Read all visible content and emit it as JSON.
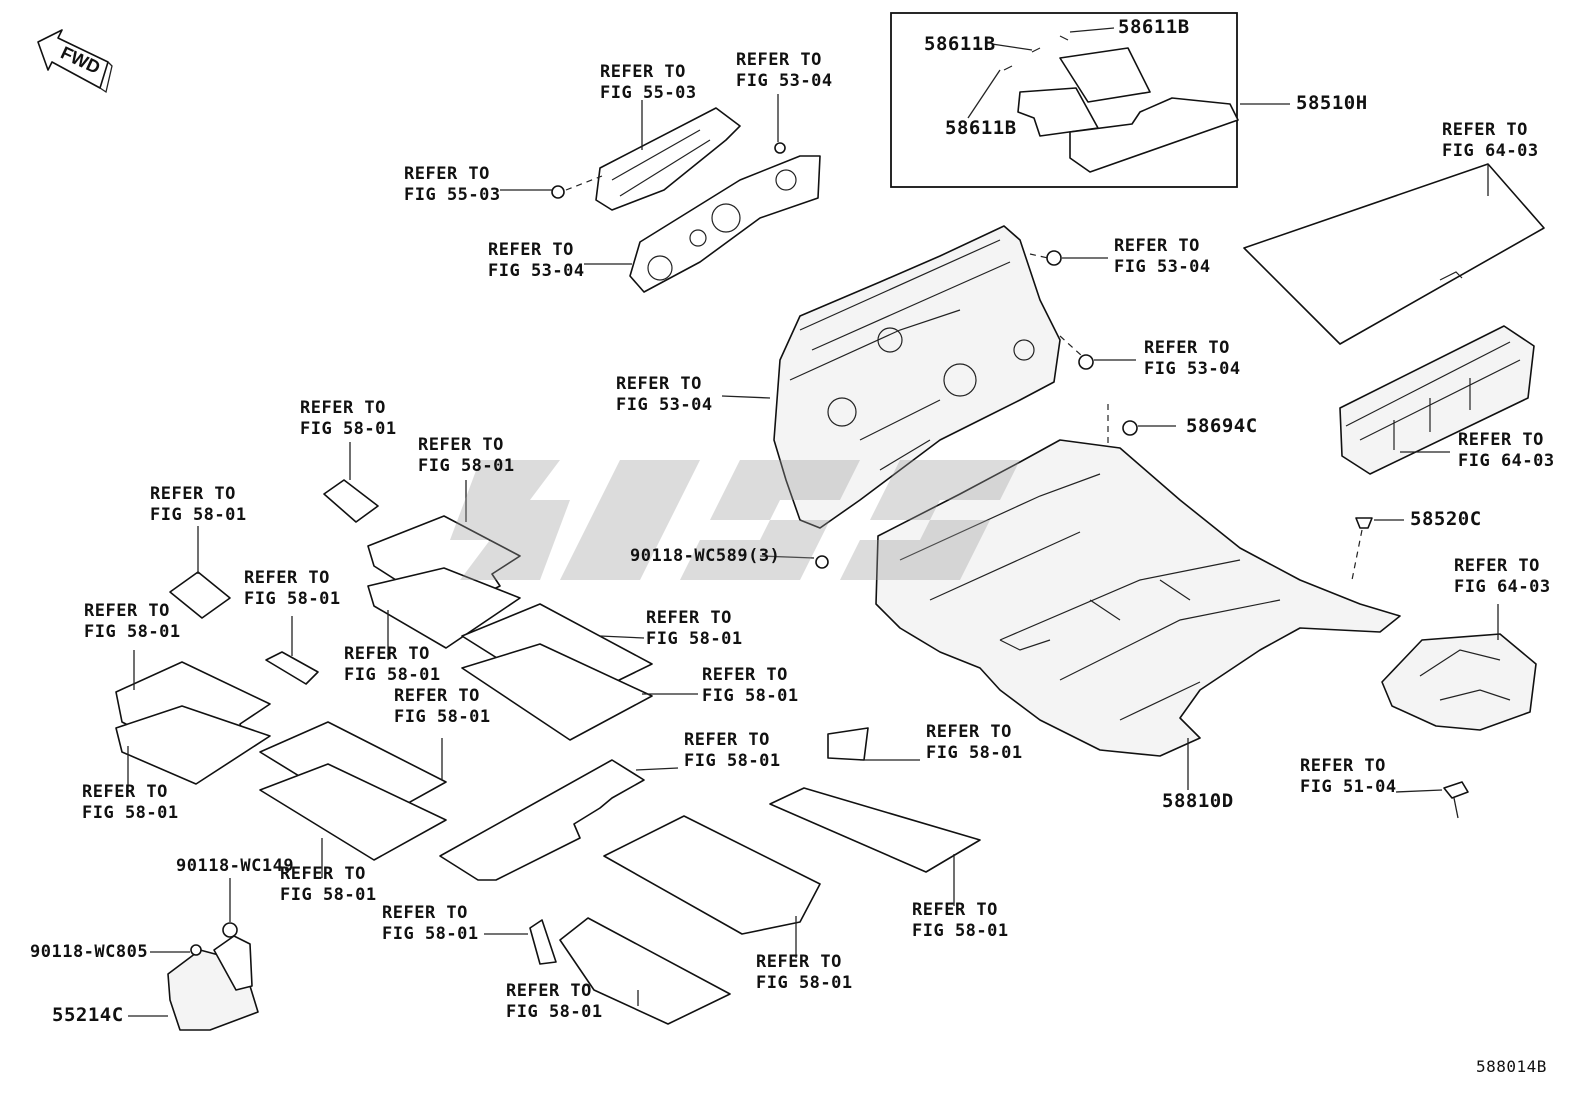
{
  "fwd": "FWD",
  "figure_code": "588014B",
  "parts": {
    "p58611B_a": "58611B",
    "p58611B_b": "58611B",
    "p58611B_c": "58611B",
    "p58510H": "58510H",
    "p58694C": "58694C",
    "p58520C": "58520C",
    "p58810D": "58810D",
    "p90118_WC589": "90118-WC589(3)",
    "p90118_WC149": "90118-WC149",
    "p90118_WC805": "90118-WC805",
    "p55214C": "55214C"
  },
  "refs": [
    {
      "id": "r01",
      "text": "REFER TO\nFIG 55-03"
    },
    {
      "id": "r02",
      "text": "REFER TO\nFIG 53-04"
    },
    {
      "id": "r03",
      "text": "REFER TO\nFIG 55-03"
    },
    {
      "id": "r04",
      "text": "REFER TO\nFIG 53-04"
    },
    {
      "id": "r05",
      "text": "REFER TO\nFIG 64-03"
    },
    {
      "id": "r06",
      "text": "REFER TO\nFIG 53-04"
    },
    {
      "id": "r07",
      "text": "REFER TO\nFIG 53-04"
    },
    {
      "id": "r08",
      "text": "REFER TO\nFIG 53-04"
    },
    {
      "id": "r09",
      "text": "REFER TO\nFIG 64-03"
    },
    {
      "id": "r10",
      "text": "REFER TO\nFIG 58-01"
    },
    {
      "id": "r11",
      "text": "REFER TO\nFIG 58-01"
    },
    {
      "id": "r12",
      "text": "REFER TO\nFIG 58-01"
    },
    {
      "id": "r13",
      "text": "REFER TO\nFIG 58-01"
    },
    {
      "id": "r14",
      "text": "REFER TO\nFIG 58-01"
    },
    {
      "id": "r15",
      "text": "REFER TO\nFIG 58-01"
    },
    {
      "id": "r16",
      "text": "REFER TO\nFIG 58-01"
    },
    {
      "id": "r17",
      "text": "REFER TO\nFIG 58-01"
    },
    {
      "id": "r18",
      "text": "REFER TO\nFIG 58-01"
    },
    {
      "id": "r19",
      "text": "REFER TO\nFIG 58-01"
    },
    {
      "id": "r20",
      "text": "REFER TO\nFIG 58-01"
    },
    {
      "id": "r21",
      "text": "REFER TO\nFIG 58-01"
    },
    {
      "id": "r22",
      "text": "REFER TO\nFIG 58-01"
    },
    {
      "id": "r23",
      "text": "REFER TO\nFIG 58-01"
    },
    {
      "id": "r24",
      "text": "REFER TO\nFIG 58-01"
    },
    {
      "id": "r25",
      "text": "REFER TO\nFIG 58-01"
    },
    {
      "id": "r26",
      "text": "REFER TO\nFIG 58-01"
    },
    {
      "id": "r27",
      "text": "REFER TO\nFIG 64-03"
    },
    {
      "id": "r28",
      "text": "REFER TO\nFIG 51-04"
    }
  ]
}
